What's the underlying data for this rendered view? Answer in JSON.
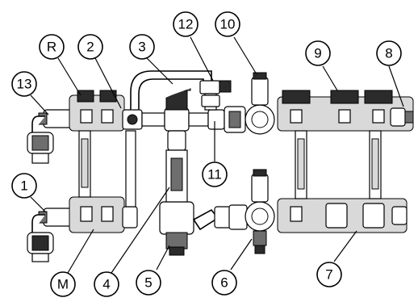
{
  "callouts": [
    {
      "id": "R",
      "label": "R"
    },
    {
      "id": "2",
      "label": "2"
    },
    {
      "id": "3",
      "label": "3"
    },
    {
      "id": "12",
      "label": "12"
    },
    {
      "id": "10",
      "label": "10"
    },
    {
      "id": "9",
      "label": "9"
    },
    {
      "id": "8",
      "label": "8"
    },
    {
      "id": "13",
      "label": "13"
    },
    {
      "id": "11",
      "label": "11"
    },
    {
      "id": "1",
      "label": "1"
    },
    {
      "id": "M",
      "label": "M"
    },
    {
      "id": "4",
      "label": "4"
    },
    {
      "id": "5",
      "label": "5"
    },
    {
      "id": "6",
      "label": "6"
    },
    {
      "id": "7",
      "label": "7"
    }
  ],
  "colors": {
    "line": "#000000",
    "dark": "#2b2b2b",
    "mid": "#6e6e6e",
    "light": "#d9d9d9"
  }
}
